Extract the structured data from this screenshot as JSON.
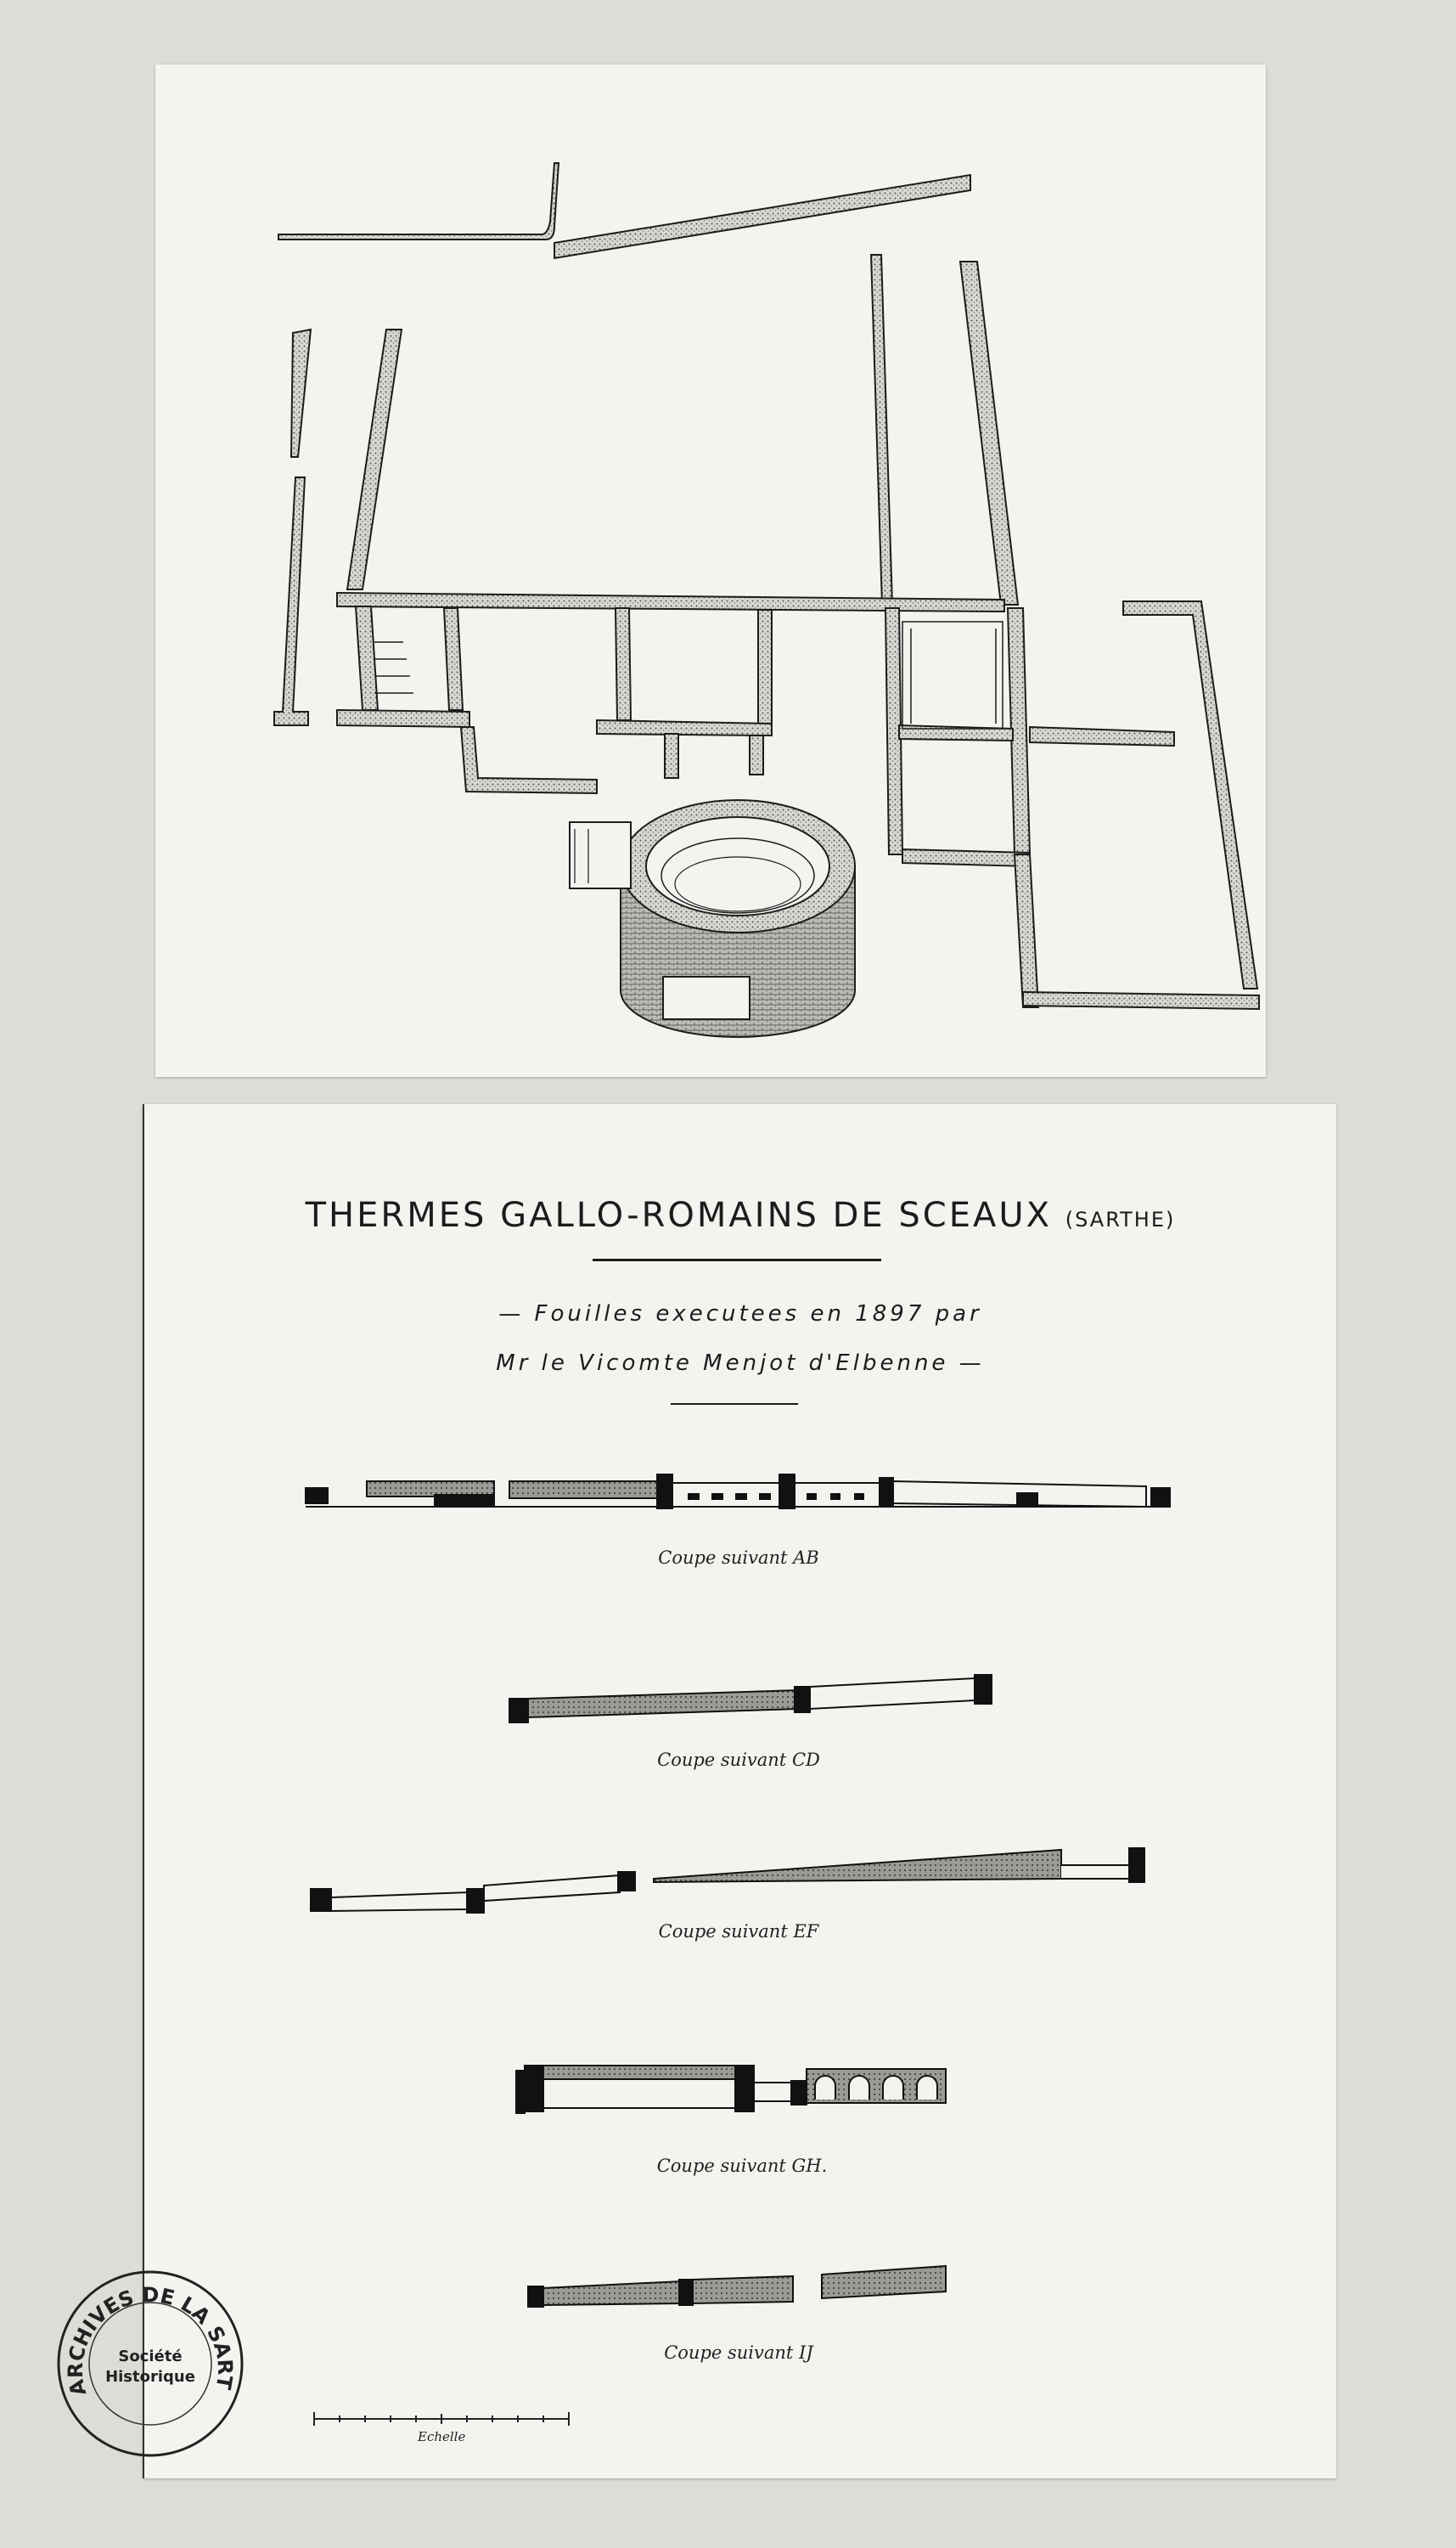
{
  "plan": {
    "caption": ""
  },
  "header": {
    "title": "THERMES GALLO-ROMAINS DE SCEAUX",
    "region": "(SARTHE)",
    "line1": "— Fouilles executees en 1897 par",
    "line2": "Mr le Vicomte Menjot d'Elbenne —"
  },
  "sections": [
    {
      "label": "Coupe suivant AB"
    },
    {
      "label": "Coupe suivant CD"
    },
    {
      "label": "Coupe suivant EF"
    },
    {
      "label": "Coupe suivant GH."
    },
    {
      "label": "Coupe suivant IJ"
    }
  ],
  "scale": {
    "label": "Echelle"
  },
  "stamp": {
    "text_top": "ARCHIVES DE LA SARTHE",
    "text_mid1": "Société",
    "text_mid2": "Historique"
  },
  "colors": {
    "ink": "#1c1c1c",
    "paper": "#f4f3f0",
    "board": "#dedcd6",
    "hatch": "#8a8a8a"
  }
}
